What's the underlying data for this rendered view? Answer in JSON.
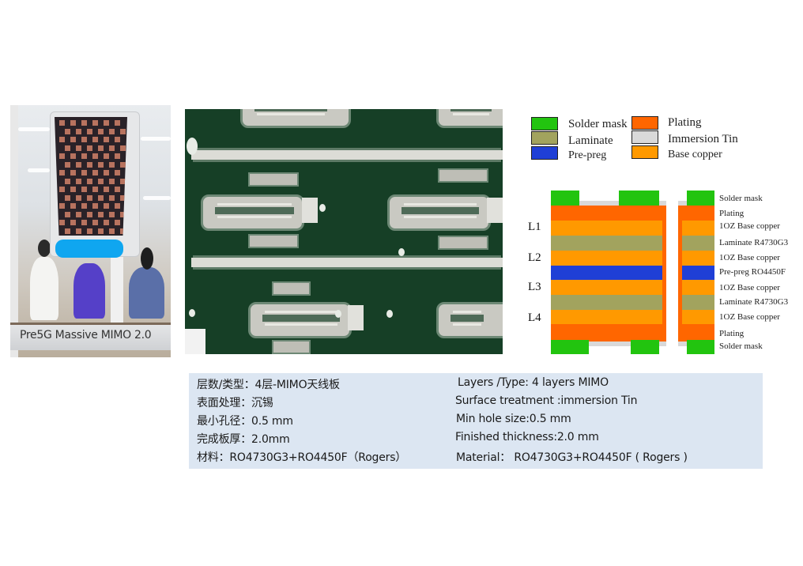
{
  "photo": {
    "caption": "Pre5G Massive MIMO 2.0",
    "colors": {
      "indicator": "#0fa6f0",
      "antenna_tile": "#b8735f"
    }
  },
  "pcb_image": {
    "description": "4-layer MIMO antenna PCB (green solder mask with immersion tin traces)",
    "colors": {
      "mask": "#163f26",
      "trace": "#dcdcd6"
    }
  },
  "legend": {
    "items": [
      {
        "label": "Solder mask",
        "color": "#22c40f"
      },
      {
        "label": "Laminate",
        "color": "#a2a35e"
      },
      {
        "label": "Pre-preg",
        "color": "#1f3fd6"
      },
      {
        "label": "Plating",
        "color": "#ff6600"
      },
      {
        "label": "Immersion Tin",
        "color": "#d9d9d9"
      },
      {
        "label": "Base copper",
        "color": "#ff9900"
      }
    ]
  },
  "stackup": {
    "layer_markers": [
      "L1",
      "L2",
      "L3",
      "L4"
    ],
    "layers": [
      {
        "label": "Solder mask",
        "type": "solder_mask"
      },
      {
        "label": "Plating",
        "type": "plating"
      },
      {
        "label": "1OZ Base copper",
        "type": "copper"
      },
      {
        "label": "Laminate R4730G3",
        "type": "laminate"
      },
      {
        "label": "1OZ Base copper",
        "type": "copper"
      },
      {
        "label": "Pre-preg RO4450F",
        "type": "prepreg"
      },
      {
        "label": "1OZ Base copper",
        "type": "copper"
      },
      {
        "label": "Laminate R4730G3",
        "type": "laminate"
      },
      {
        "label": "1OZ Base copper",
        "type": "copper"
      },
      {
        "label": "Plating",
        "type": "plating"
      },
      {
        "label": "Solder mask",
        "type": "solder_mask"
      }
    ]
  },
  "specs": {
    "cn": [
      "层数/类型：4层-MIMO天线板",
      "表面处理：沉锡",
      "最小孔径：0.5 mm",
      "完成板厚：2.0mm",
      "材料：RO4730G3+RO4450F（Rogers）"
    ],
    "en": [
      "Layers /Type: 4 layers  MIMO",
      "Surface treatment :immersion Tin",
      "Min hole size:0.5 mm",
      "Finished thickness:2.0 mm",
      "Material： RO4730G3+RO4450F ( Rogers )"
    ],
    "background": "#dce6f2"
  }
}
